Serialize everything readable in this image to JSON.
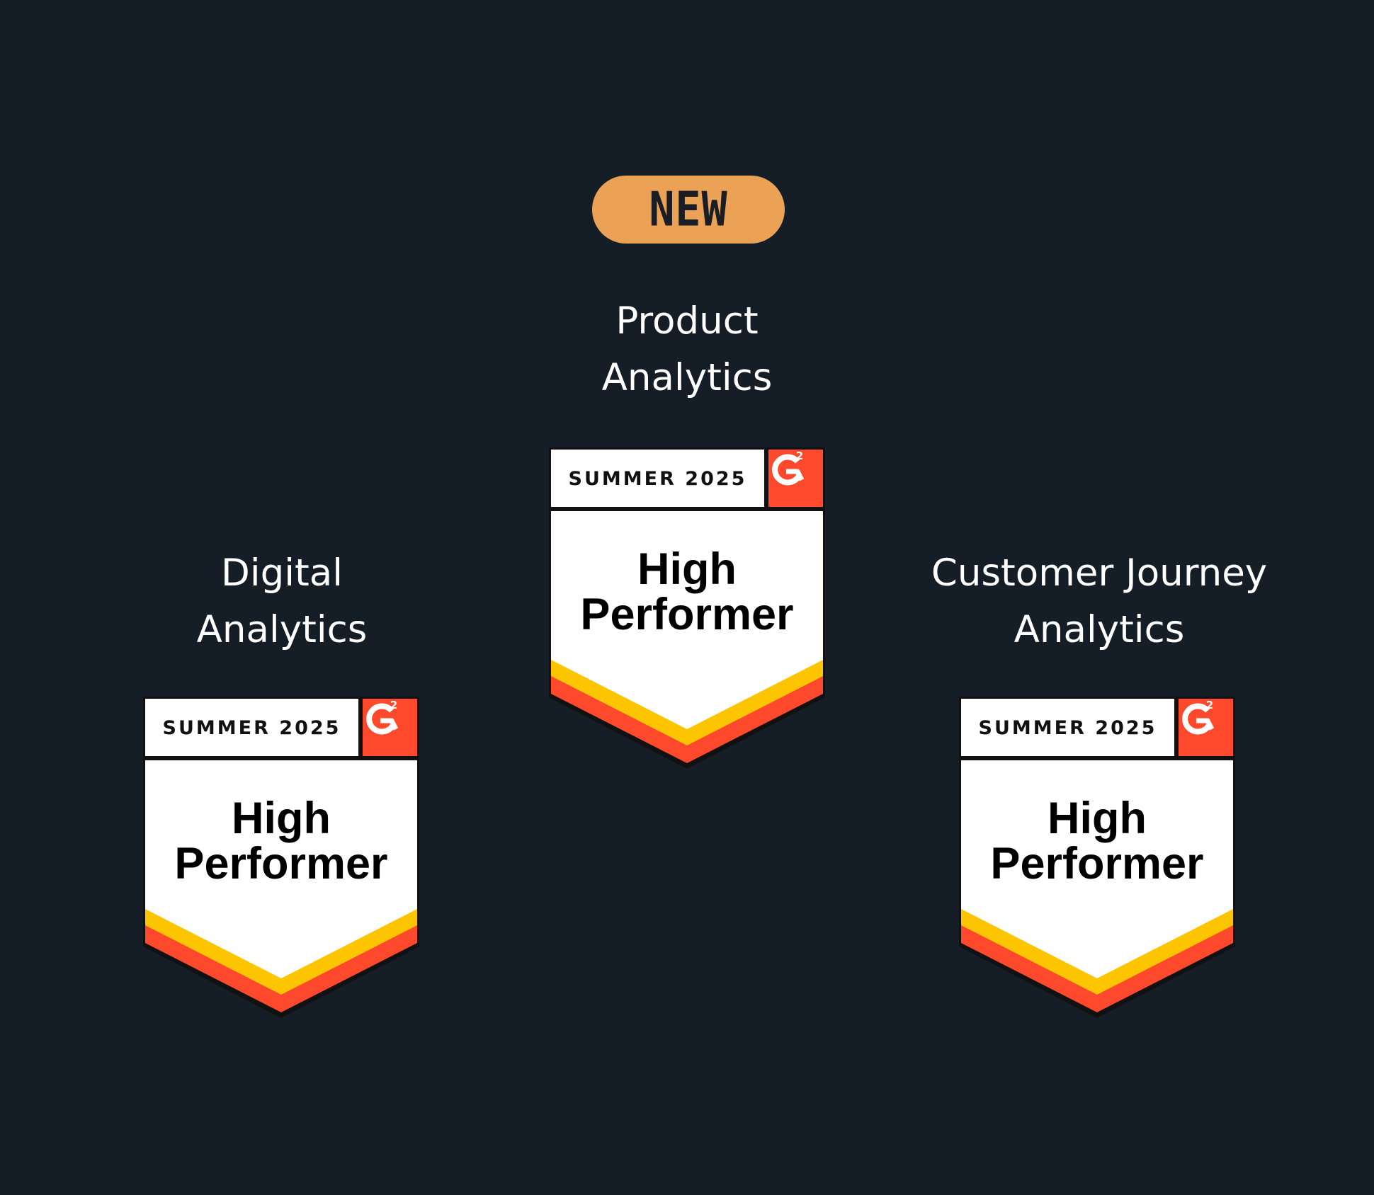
{
  "new_badge": {
    "label": "NEW"
  },
  "colors": {
    "background": "#151d27",
    "pill": "#eba257",
    "badge_red": "#ff492c",
    "badge_yellow": "#fcc500",
    "badge_outline": "#111111"
  },
  "awards": [
    {
      "category_line1": "Product",
      "category_line2": "Analytics",
      "season": "SUMMER 2025",
      "title_line1": "High",
      "title_line2": "Performer",
      "logo": "g2-logo-icon"
    },
    {
      "category_line1": "Digital",
      "category_line2": "Analytics",
      "season": "SUMMER 2025",
      "title_line1": "High",
      "title_line2": "Performer",
      "logo": "g2-logo-icon"
    },
    {
      "category_line1": "Customer Journey",
      "category_line2": "Analytics",
      "season": "SUMMER 2025",
      "title_line1": "High",
      "title_line2": "Performer",
      "logo": "g2-logo-icon"
    }
  ]
}
